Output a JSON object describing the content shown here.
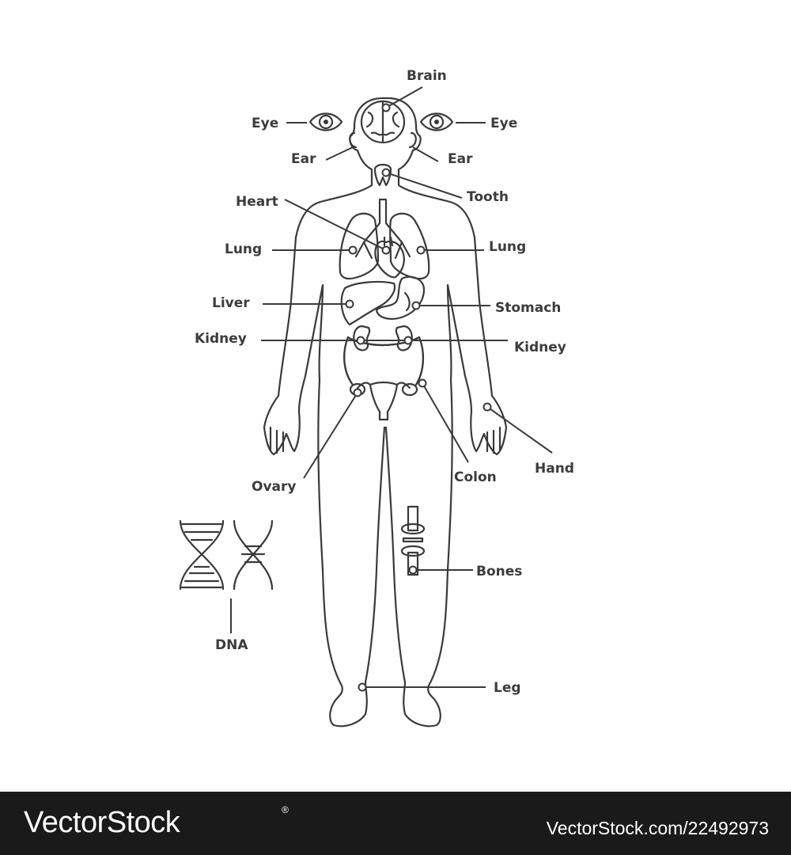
{
  "labels": {
    "brain": "Brain",
    "eye_left": "Eye",
    "eye_right": "Eye",
    "ear_left": "Ear",
    "ear_right": "Ear",
    "tooth": "Tooth",
    "heart": "Heart",
    "lung_left": "Lung",
    "lung_right": "Lung",
    "liver": "Liver",
    "stomach": "Stomach",
    "kidney_left": "Kidney",
    "kidney_right": "Kidney",
    "hand": "Hand",
    "colon": "Colon",
    "ovary": "Ovary",
    "bones": "Bones",
    "dna": "DNA",
    "leg": "Leg"
  },
  "colors": {
    "outline": "#3a3a3a",
    "organ_red": "#e8767a",
    "organ_blue": "#8ec8e8",
    "body_fill": "#f7f7f7",
    "text": "#3c3c3c"
  },
  "footer": {
    "brand": "VectorStock",
    "registered": "®",
    "image_code": "VectorStock.com/22492973"
  }
}
